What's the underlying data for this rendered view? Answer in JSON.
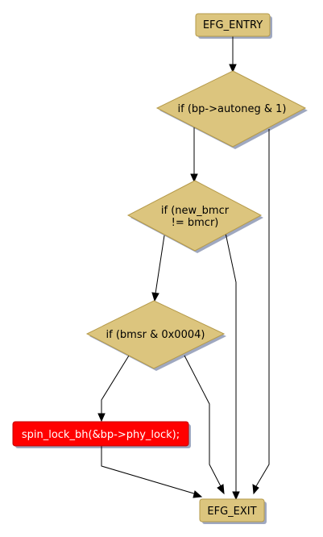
{
  "diagram": {
    "colors": {
      "node_fill": "#dcc57e",
      "node_stroke": "#b59a4a",
      "shadow": "#9fa8c0",
      "highlight_fill": "#ff0000",
      "edge": "#000000"
    },
    "nodes": {
      "entry": {
        "label": "EFG_ENTRY"
      },
      "cond_autoneg": {
        "label": "if (bp->autoneg & 1)"
      },
      "cond_bmcr": {
        "label_line1": "if (new_bmcr",
        "label_line2": "!= bmcr)"
      },
      "cond_bmsr": {
        "label": "if (bmsr & 0x0004)"
      },
      "spin_lock": {
        "label": "spin_lock_bh(&bp->phy_lock);"
      },
      "exit": {
        "label": "EFG_EXIT"
      }
    }
  }
}
